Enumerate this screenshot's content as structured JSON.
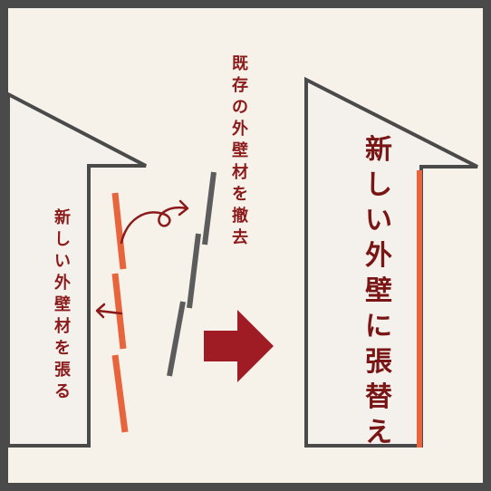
{
  "colors": {
    "frame": "#4a4a4a",
    "background": "#f6f2ea",
    "house_fill": "#f4f1ec",
    "house_outline": "#4a4a4a",
    "new_siding": "#e8643c",
    "old_siding": "#5c5c5c",
    "text_red": "#8b1a1a",
    "arrow": "#a01c24"
  },
  "labels": {
    "apply_new_siding": "新しい外壁材を張る",
    "remove_existing_siding": "既存の外壁材を撤去",
    "replaced_new_wall": "新しい外壁に張替え"
  },
  "icons": {
    "curved_arrow_out": "curved-arrow-icon",
    "arrow_in": "left-arrow-icon",
    "main_arrow": "right-arrow-icon"
  }
}
